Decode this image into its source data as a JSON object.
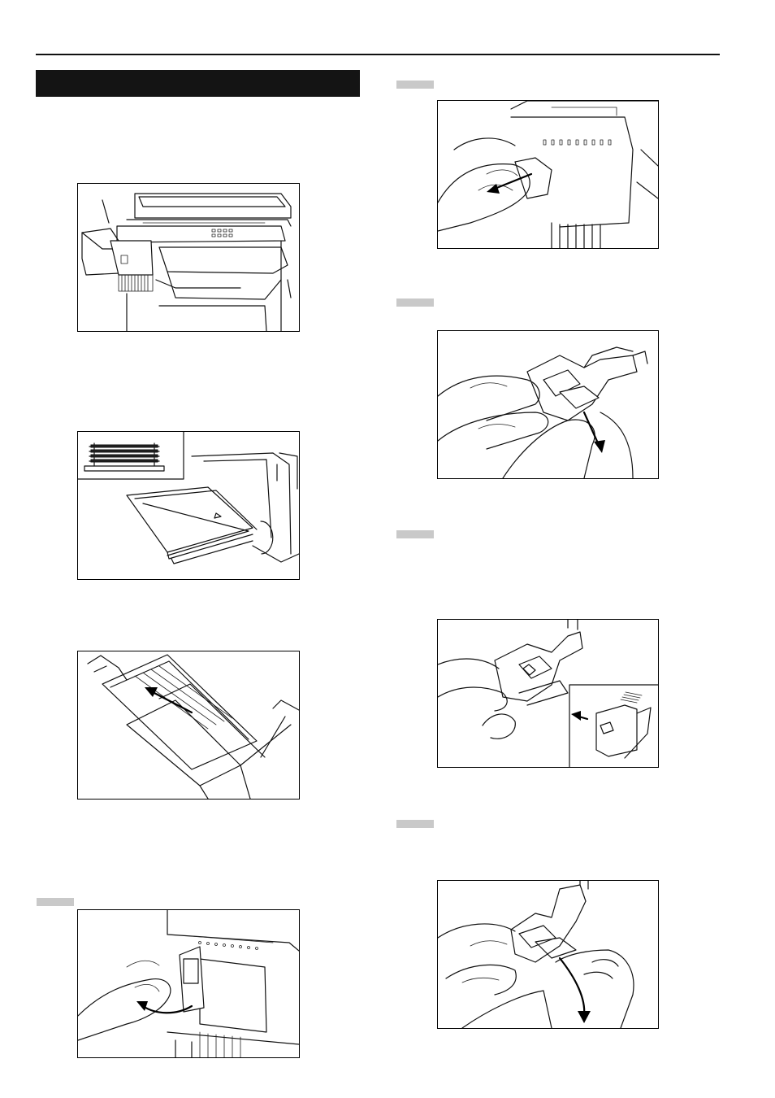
{
  "page": {
    "figures": [
      {
        "id": "fig-machine-overview",
        "icon": "copier-with-finisher-drawing"
      },
      {
        "id": "fig-tray-stack",
        "icon": "finisher-tray-with-stacked-paper-drawing"
      },
      {
        "id": "fig-tray-extend",
        "icon": "extending-tray-drawing"
      },
      {
        "id": "fig-stapler-cover-open",
        "icon": "opening-stapler-cover-drawing"
      },
      {
        "id": "fig-pull-cartridge",
        "icon": "pulling-staple-cartridge-drawing"
      },
      {
        "id": "fig-remove-case",
        "icon": "removing-staple-case-drawing"
      },
      {
        "id": "fig-insert-staples",
        "icon": "inserting-staple-refill-drawing"
      },
      {
        "id": "fig-remove-tape",
        "icon": "removing-refill-tape-drawing"
      }
    ]
  }
}
